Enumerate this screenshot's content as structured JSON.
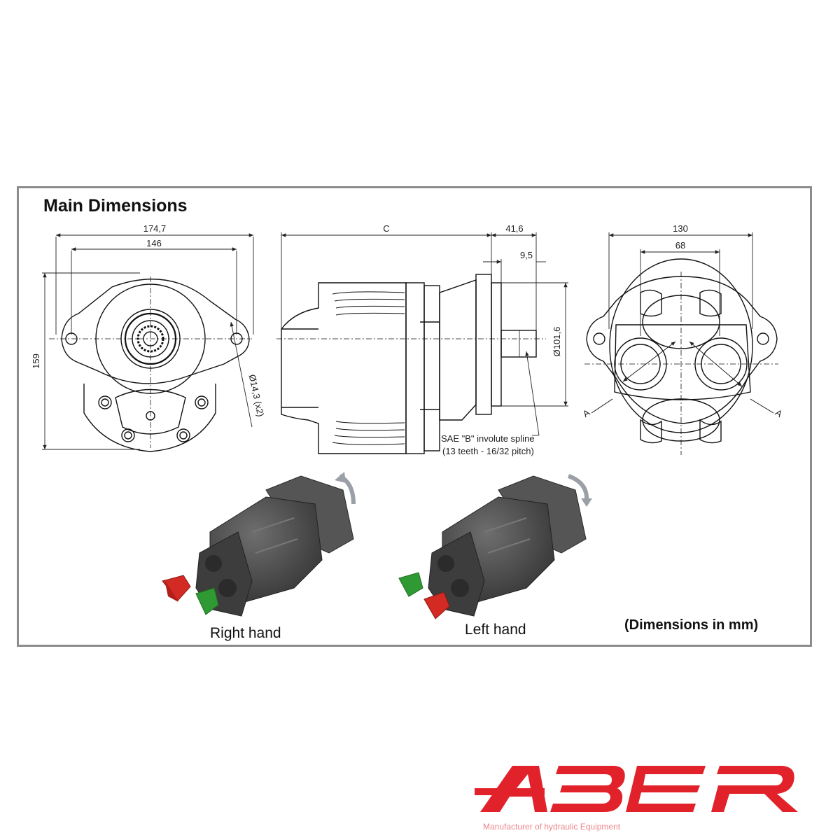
{
  "title": "Main Dimensions",
  "front_view": {
    "width_overall": "174,7",
    "hole_spacing": "146",
    "height": "159",
    "hole_note": "Ø14,3 (x2)"
  },
  "side_view": {
    "length": "C",
    "shaft_length": "41,6",
    "pilot_depth": "9,5",
    "pilot_diameter": "Ø101,6",
    "spline_line1": "SAE \"B\" involute spline",
    "spline_line2": "(13 teeth - 16/32 pitch)"
  },
  "rear_view": {
    "width_overall": "130",
    "port_spacing": "68",
    "section_label_left": "A",
    "section_label_right": "A"
  },
  "rotation": {
    "right_label": "Right hand",
    "left_label": "Left hand"
  },
  "units_note": "(Dimensions in mm)",
  "brand": {
    "logo_text": "ABER",
    "tagline": "Manufacturer of hydraulic Equipment",
    "color": "#e1222b"
  },
  "colors": {
    "outlet_arrow": "#d42a24",
    "inlet_arrow": "#2f9a33",
    "body": "#4a4a4a"
  }
}
